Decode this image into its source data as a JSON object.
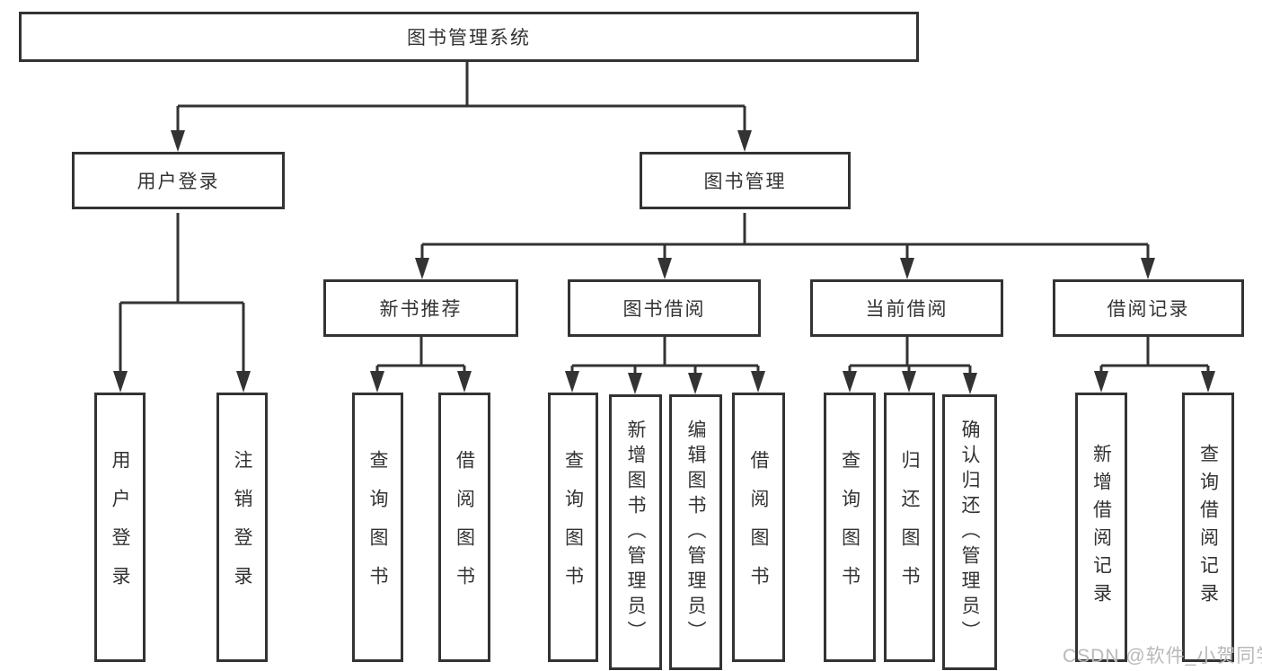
{
  "diagram_title": "图书管理系统",
  "watermark": "CSDN @软件_小贺同学",
  "colors": {
    "line": "#333333",
    "text": "#333333",
    "watermark": "#b9b9b9",
    "background": "#ffffff"
  },
  "tree": {
    "label": "图书管理系统",
    "children": [
      {
        "label": "用户登录",
        "children": [
          {
            "label": "用户登录"
          },
          {
            "label": "注销登录"
          }
        ]
      },
      {
        "label": "图书管理",
        "children": [
          {
            "label": "新书推荐",
            "children": [
              {
                "label": "查询图书"
              },
              {
                "label": "借阅图书"
              }
            ]
          },
          {
            "label": "图书借阅",
            "children": [
              {
                "label": "查询图书"
              },
              {
                "label": "新增图书（管理员）"
              },
              {
                "label": "编辑图书（管理员）"
              },
              {
                "label": "借阅图书"
              }
            ]
          },
          {
            "label": "当前借阅",
            "children": [
              {
                "label": "查询图书"
              },
              {
                "label": "归还图书"
              },
              {
                "label": "确认归还（管理员）"
              }
            ]
          },
          {
            "label": "借阅记录",
            "children": [
              {
                "label": "新增借阅记录"
              },
              {
                "label": "查询借阅记录"
              }
            ]
          }
        ]
      }
    ]
  }
}
